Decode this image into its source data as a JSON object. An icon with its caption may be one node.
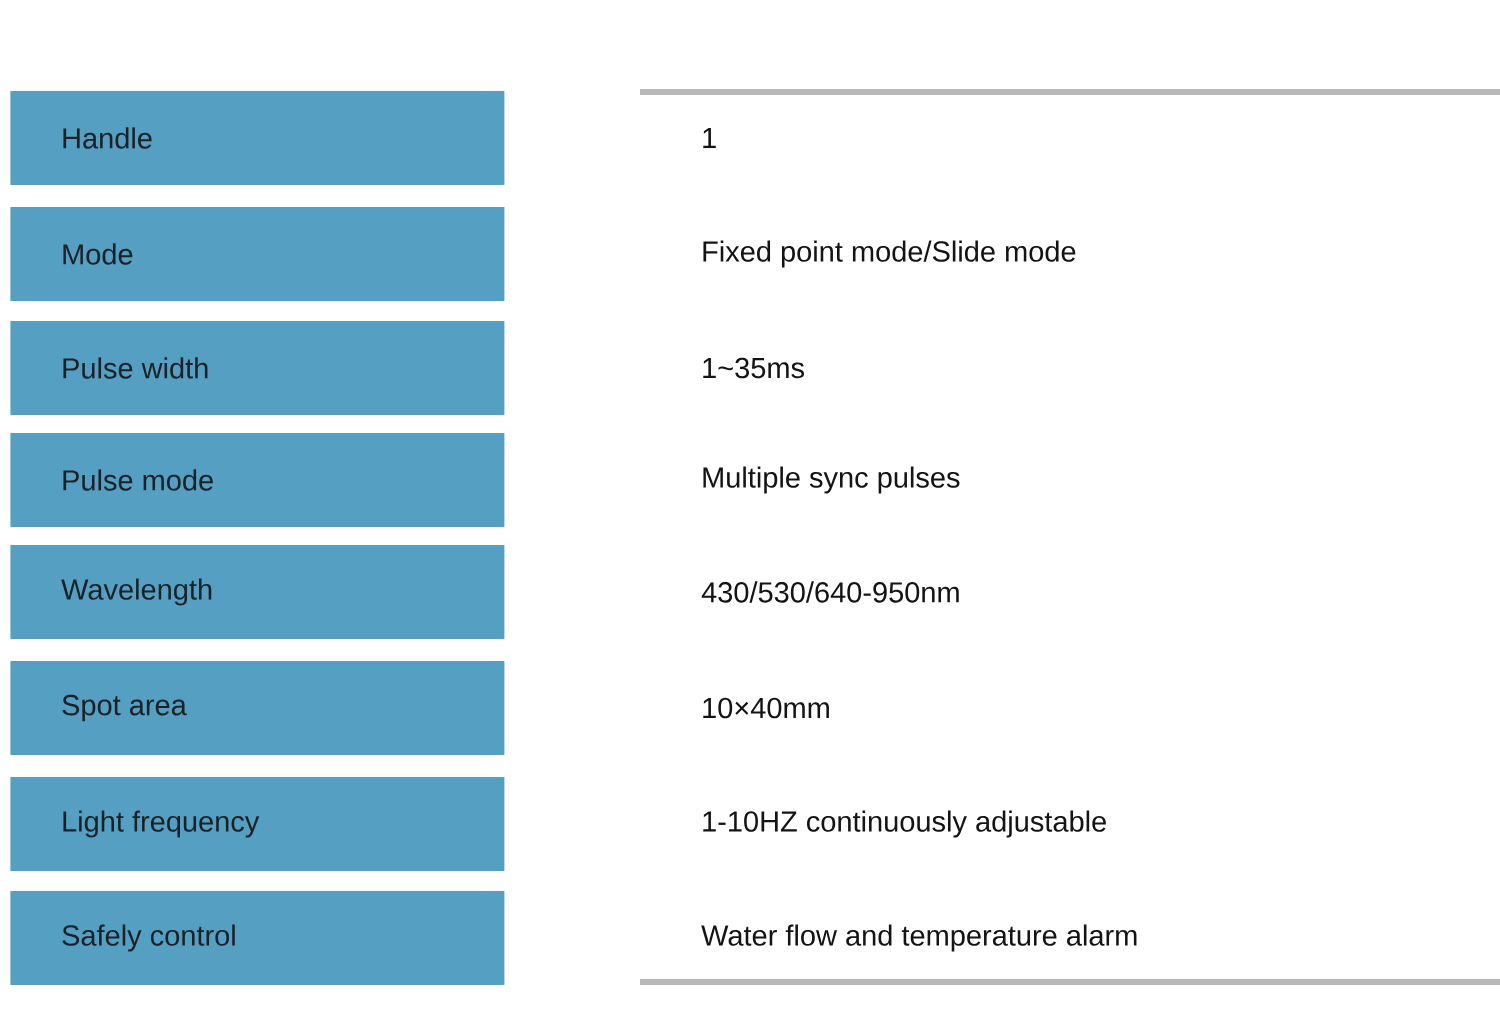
{
  "diagram": {
    "nodes": [
      {
        "text": [
          "Handle"
        ]
      },
      {
        "text": [
          "Mode"
        ]
      },
      {
        "text": [
          "Pulse width"
        ]
      },
      {
        "text": [
          "Pulse mode"
        ]
      },
      {
        "text": [
          "Wavelength"
        ]
      },
      {
        "text": [
          "Spot area"
        ]
      },
      {
        "text": [
          "Light frequency"
        ]
      },
      {
        "text": [
          "Safely control"
        ]
      }
    ],
    "labels": [
      "1",
      "Fixed point mode/Slide mode",
      "1~35ms",
      "Multiple sync pulses",
      "430/530/640-950nm",
      "10×40mm",
      "1-10HZ continuously adjustable",
      "Water flow and temperature alarm"
    ]
  }
}
